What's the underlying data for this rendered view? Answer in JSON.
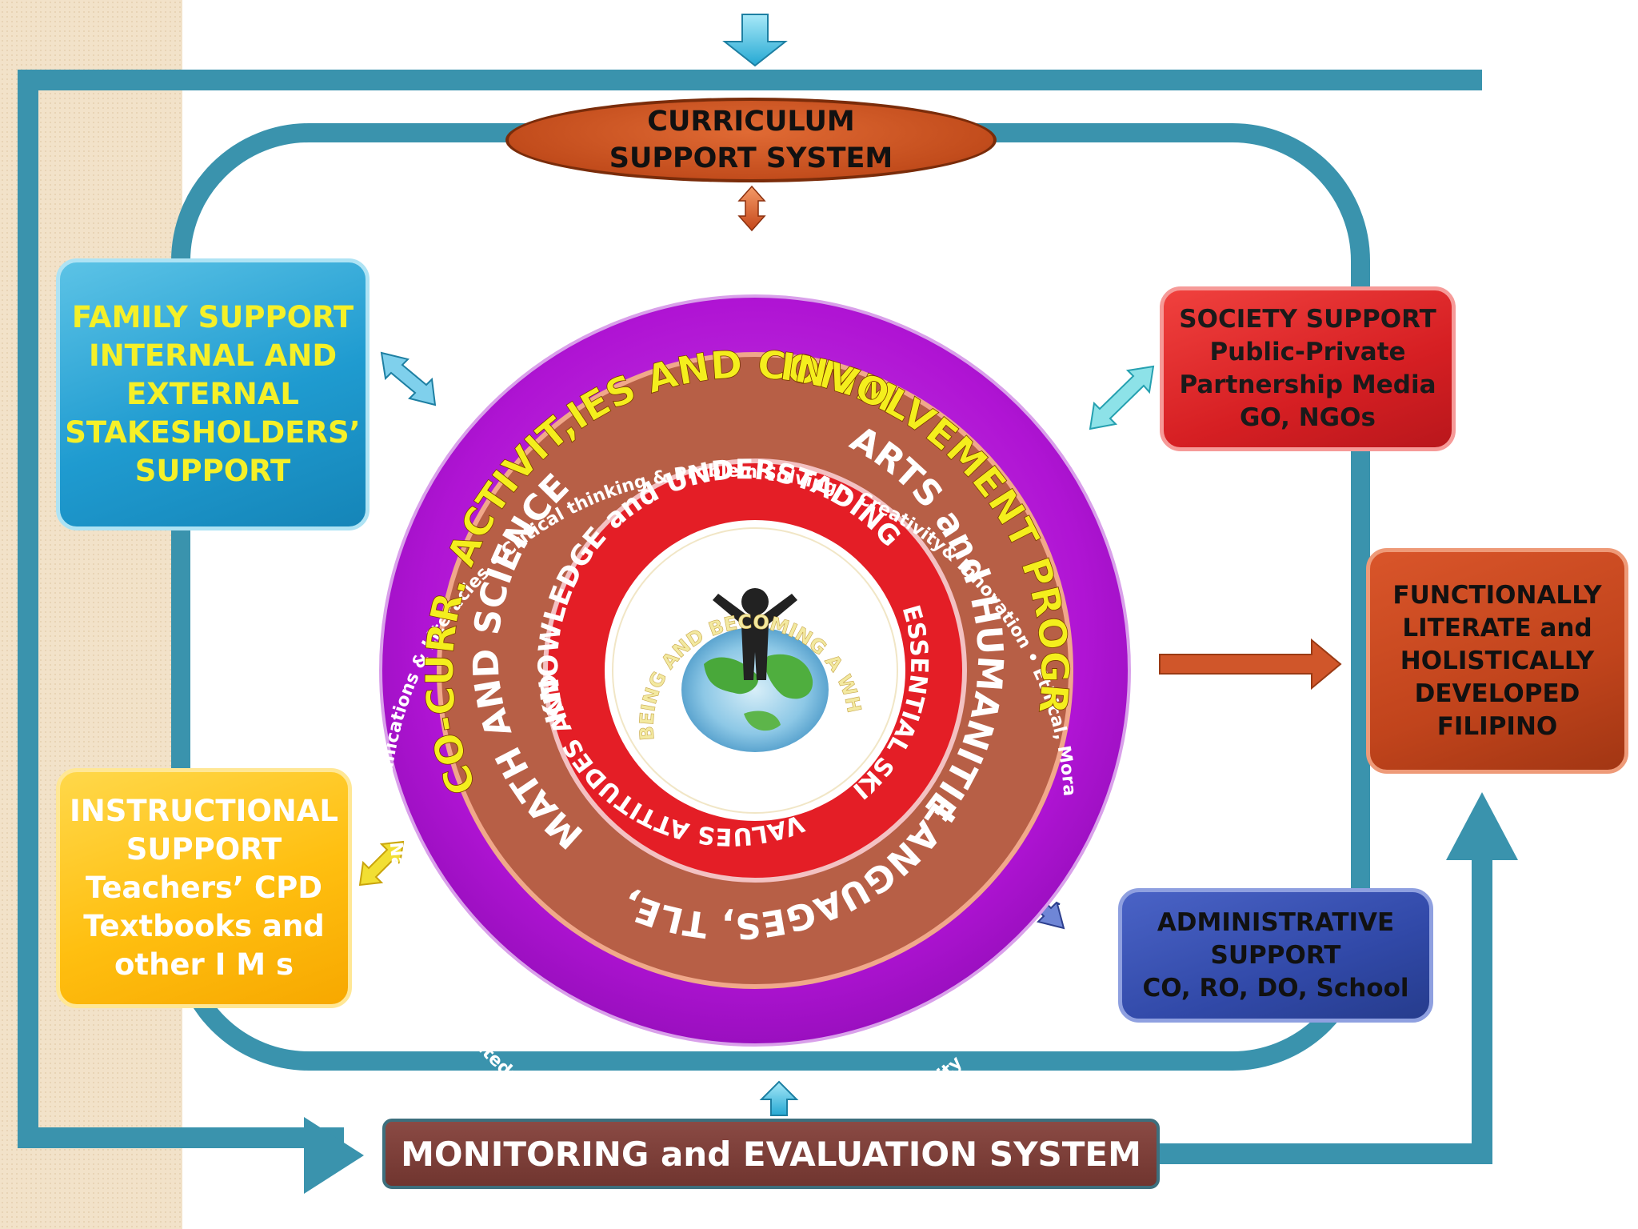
{
  "curriculum": {
    "line1": "CURRICULUM",
    "line2": "SUPPORT SYSTEM"
  },
  "family": {
    "lines": [
      "FAMILY SUPPORT",
      "INTERNAL AND",
      "EXTERNAL",
      "STAKESHOLDERS’",
      "SUPPORT"
    ]
  },
  "instructional": {
    "lines": [
      "INSTRUCTIONAL",
      "SUPPORT",
      "Teachers’ CPD",
      "Textbooks and",
      "other I M s"
    ]
  },
  "society": {
    "lines": [
      "SOCIETY SUPPORT",
      "Public-Private",
      "Partnership Media",
      "GO, NGOs"
    ]
  },
  "functional": {
    "lines": [
      "FUNCTIONALLY",
      "LITERATE and",
      "HOLISTICALLY",
      "DEVELOPED",
      "FILIPINO"
    ]
  },
  "administrative": {
    "lines": [
      "ADMINISTRATIVE",
      "SUPPORT",
      "CO, RO, DO, School"
    ]
  },
  "monitoring": {
    "label": "MONITORING and EVALUATION SYSTEM"
  },
  "circle": {
    "outer_ring": {
      "arc_top": "Communications & Literacies • Critical thinking & Problem Solving •   Creativity& Innovation • Ethical, Moral, Spiritual Values • Life & Career Competencies •",
      "arc_bottom": "National & Global Orientedness • Development of Self & Sense of Community"
    },
    "cocurr": {
      "part1": "CO-CURR. ACTIVIT,IES AND  COMM",
      "part2": "INVOLVEMENT PROGRAM"
    },
    "learning_areas": {
      "left": "MATH AND SCIENCE",
      "right": "ARTS and HUMANITIES,",
      "bottom": "LANGUAGES, TLE,"
    },
    "red_ring": {
      "top": "KNOWLEDGE and UNDERSTADING",
      "right": "ESSENTIAL SKILLS",
      "bottom": "VALUES ATTITUDES AND"
    },
    "center": {
      "text": "BEING AND BECOMING A WHOLE PERSON"
    }
  },
  "colors": {
    "teal_frame": "#3a93ad",
    "purple_ring": "#b616d6",
    "brown_ring": "#b75f46",
    "red_ring": "#e41e26",
    "yellow_text": "#f4ee1d",
    "beige_strip": "#f2e2c9"
  },
  "icons": {
    "person": "person-globe-icon",
    "arrows": [
      "down-arrow-icon",
      "updown-arrow-icon",
      "double-arrow-icon",
      "right-arrow-icon",
      "up-arrow-icon"
    ]
  }
}
